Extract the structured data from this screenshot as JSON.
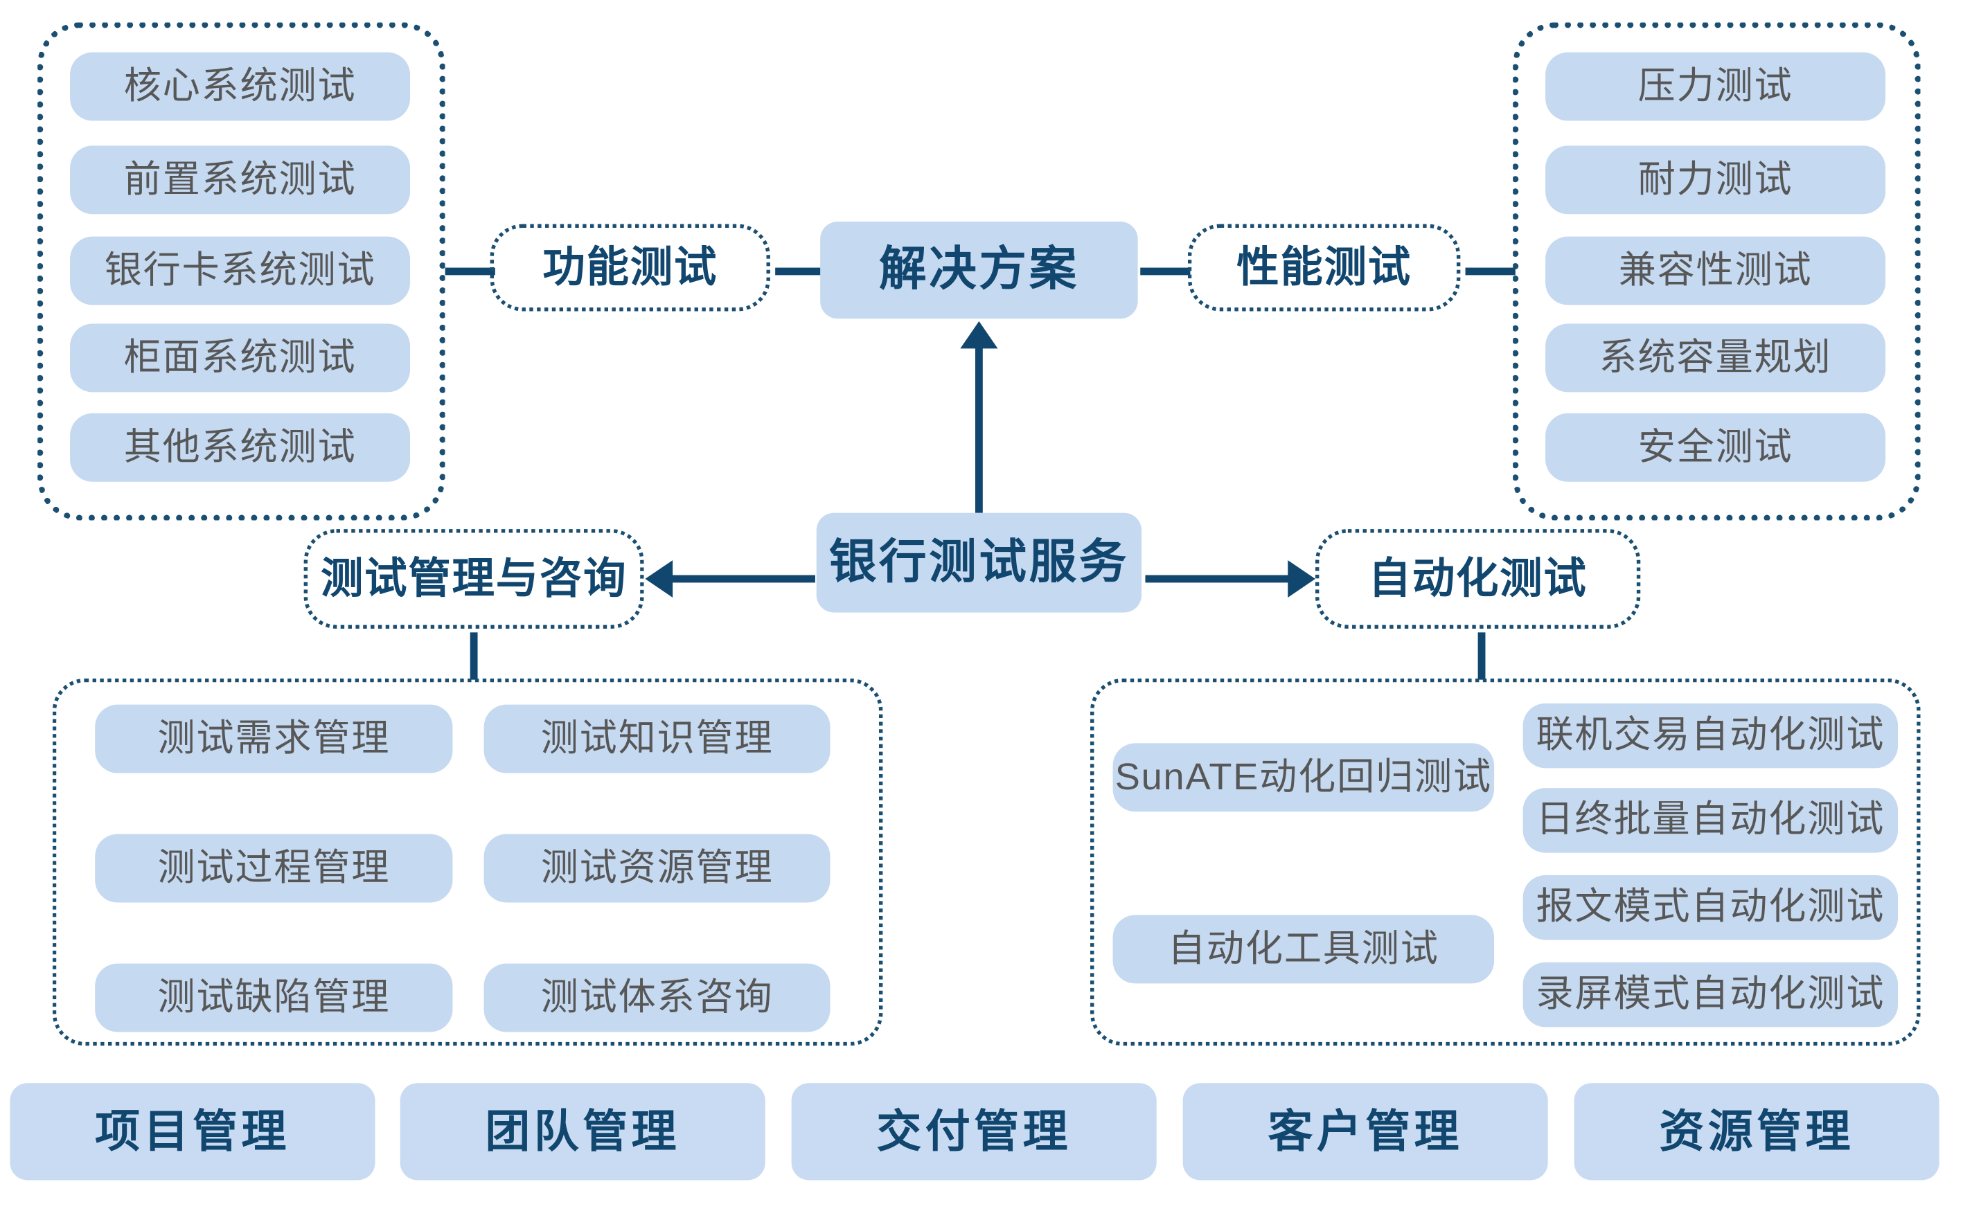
{
  "diagram": {
    "type": "mind-map",
    "title_node": "解决方案",
    "root_node": "银行测试服务",
    "colors": {
      "chip_fill": "#c5d9f1",
      "node_text_navy": "#11466e",
      "chip_text_gray": "#575757",
      "connector": "#11466e",
      "dotted_border": "#1b4f72",
      "background": "#ffffff"
    }
  },
  "top_node": {
    "label": "解决方案"
  },
  "root": {
    "label": "银行测试服务"
  },
  "branches": {
    "functional": {
      "label": "功能测试",
      "items": [
        "核心系统测试",
        "前置系统测试",
        "银行卡系统测试",
        "柜面系统测试",
        "其他系统测试"
      ]
    },
    "performance": {
      "label": "性能测试",
      "items": [
        "压力测试",
        "耐力测试",
        "兼容性测试",
        "系统容量规划",
        "安全测试"
      ]
    },
    "management": {
      "label": "测试管理与咨询",
      "items_left": [
        "测试需求管理",
        "测试过程管理",
        "测试缺陷管理"
      ],
      "items_right": [
        "测试知识管理",
        "测试资源管理",
        "测试体系咨询"
      ]
    },
    "automation": {
      "label": "自动化测试",
      "items_left": [
        "SunATE动化回归测试",
        "自动化工具测试"
      ],
      "items_right": [
        "联机交易自动化测试",
        "日终批量自动化测试",
        "报文模式自动化测试",
        "录屏模式自动化测试"
      ]
    }
  },
  "foundation": {
    "cards": [
      "项目管理",
      "团队管理",
      "交付管理",
      "客户管理",
      "资源管理"
    ]
  }
}
